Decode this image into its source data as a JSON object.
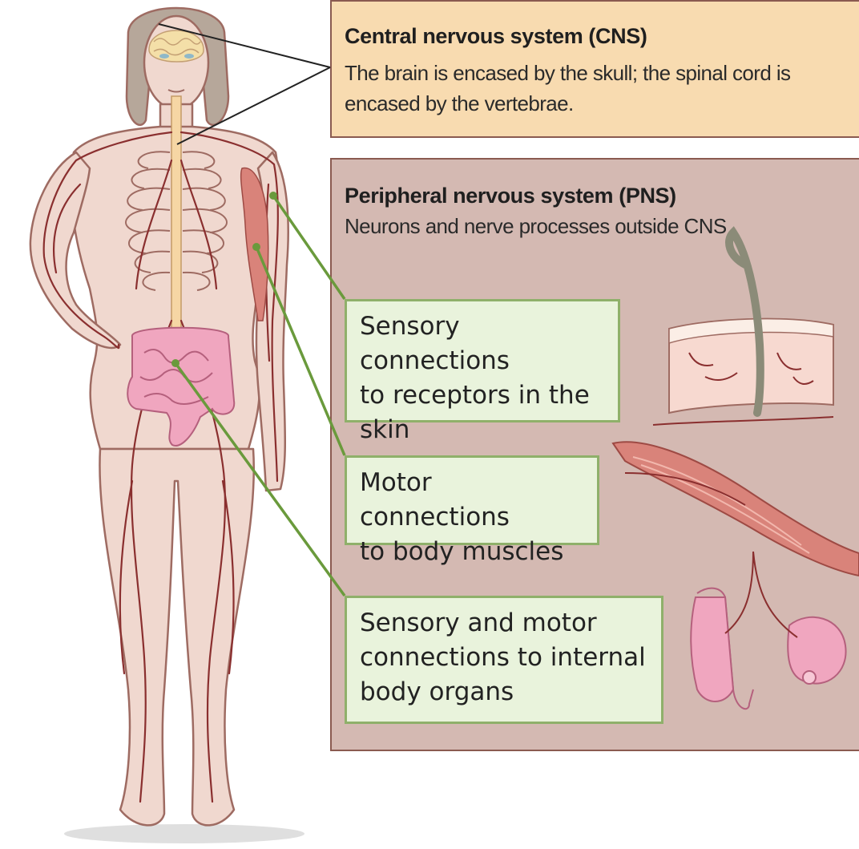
{
  "cns": {
    "title": "Central nervous system (CNS)",
    "description": "The brain is encased by the skull; the spinal cord is encased by the vertebrae."
  },
  "pns": {
    "title": "Peripheral nervous system (PNS)",
    "subtitle": "Neurons and nerve processes outside CNS"
  },
  "callouts": {
    "skin": "Sensory connections\nto receptors in the\nskin",
    "motor": "Motor connections\nto body muscles",
    "organs": "Sensory and motor\nconnections to internal\nbody organs"
  },
  "colors": {
    "cns_box": "#f8dbb0",
    "pns_box": "#d4b9b2",
    "callout_fill": "#e9f3dc",
    "callout_border": "#8fb06a",
    "skin_tone": "#f0d8cf",
    "nerve": "#8a2f2f",
    "spinal_cord": "#f6d6a4",
    "intestine": "#f0a6bf"
  },
  "icons": [
    "human-body-figure",
    "brain-icon",
    "skin-section-icon",
    "muscle-icon",
    "intestine-icon"
  ]
}
